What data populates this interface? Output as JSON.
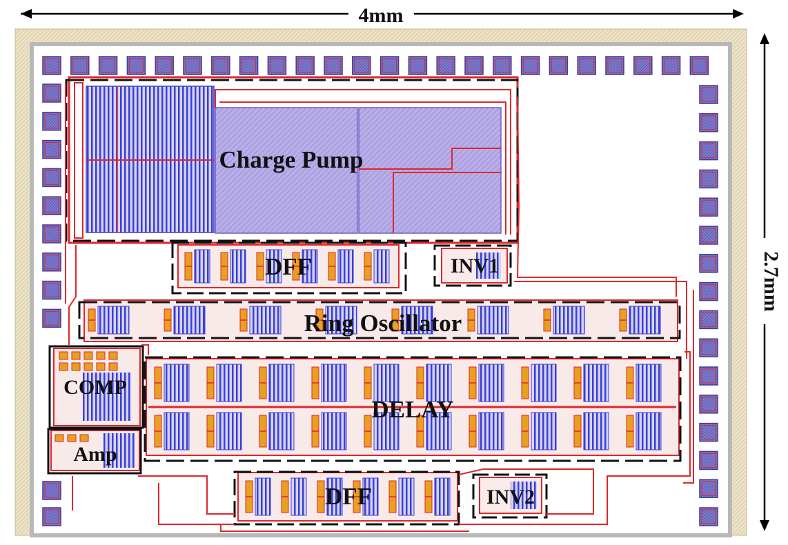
{
  "dimensions": {
    "width_label": "4mm",
    "height_label": "2.7mm"
  },
  "blocks": {
    "charge_pump": "Charge Pump",
    "dff_top": "DFF",
    "inv1": "INV1",
    "ring_oscillator": "Ring Oscillator",
    "comp": "COMP",
    "delay": "DELAY",
    "amp": "Amp",
    "dff_bottom": "DFF",
    "inv2": "INV2"
  },
  "colors": {
    "pad_fill": "#7b79c9",
    "pad_border": "#3f3d9a",
    "metal_red": "#e0262a",
    "metal_blue": "#3a3fd6",
    "cap_fill": "#b8aee6",
    "poly_orange": "#e8a020",
    "seal_ring": "#e9e0c6"
  }
}
